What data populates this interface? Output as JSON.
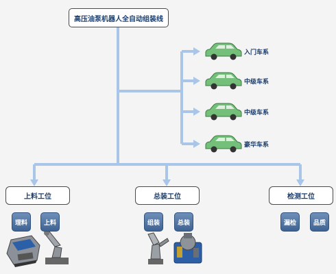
{
  "title": "高压油泵机器人全自动组装线",
  "car_series": [
    "入门车系",
    "中级车系",
    "中级车系",
    "豪华车系"
  ],
  "stations": [
    {
      "label": "上料工位",
      "subs": [
        "理料",
        "上料"
      ]
    },
    {
      "label": "总装工位",
      "subs": [
        "组装",
        "总装"
      ]
    },
    {
      "label": "检测工位",
      "subs": [
        "漏检",
        "品质"
      ]
    }
  ],
  "colors": {
    "line": "#a9c6e8",
    "car": "#74c07a",
    "sub": "#4a6e9e"
  },
  "icons": [
    "car-icon",
    "feeder-machine-icon",
    "robot-arm-icon",
    "pump-assembly-icon"
  ]
}
